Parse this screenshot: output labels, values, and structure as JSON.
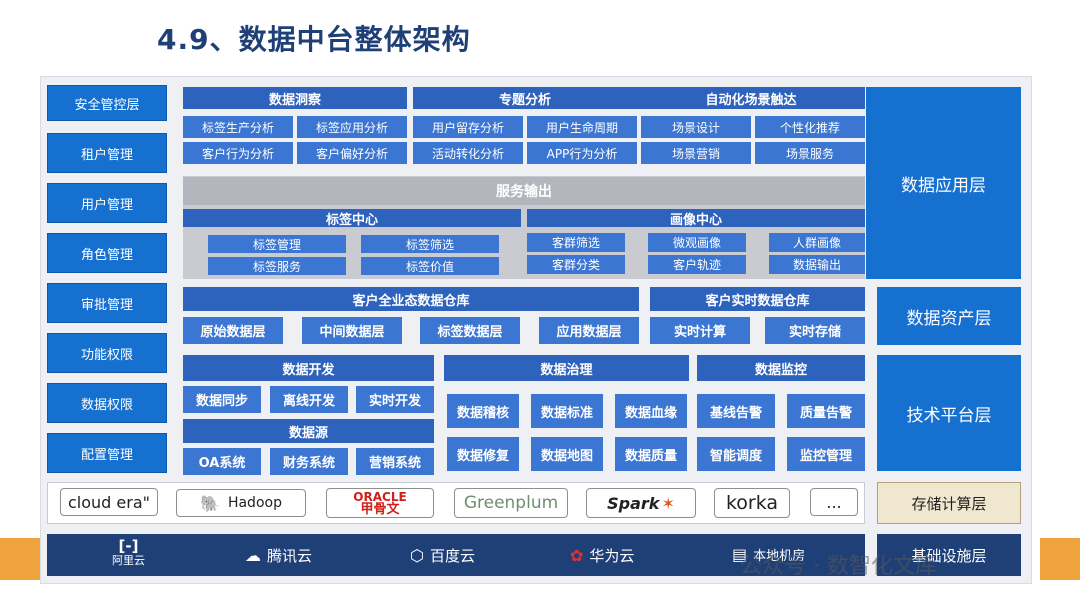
{
  "title": "4.9、数据中台整体架构",
  "left_nav": [
    "安全管控层",
    "租户管理",
    "用户管理",
    "角色管理",
    "审批管理",
    "功能权限",
    "数据权限",
    "配置管理"
  ],
  "app_layer": {
    "insight": {
      "header": "数据洞察",
      "items": [
        "标签生产分析",
        "标签应用分析",
        "客户行为分析",
        "客户偏好分析"
      ]
    },
    "topic": {
      "header": "专题分析",
      "items": [
        "用户留存分析",
        "用户生命周期",
        "活动转化分析",
        "APP行为分析"
      ]
    },
    "automation": {
      "header": "自动化场景触达",
      "items": [
        "场景设计",
        "个性化推荐",
        "场景营销",
        "场景服务"
      ]
    },
    "service_output": "服务输出",
    "tag_center": {
      "header": "标签中心",
      "items": [
        "标签管理",
        "标签筛选",
        "标签服务",
        "标签价值"
      ]
    },
    "portrait_center": {
      "header": "画像中心",
      "items": [
        "客群筛选",
        "微观画像",
        "人群画像",
        "客群分类",
        "客户轨迹",
        "数据输出"
      ]
    }
  },
  "asset_layer": {
    "full_warehouse": {
      "header": "客户全业态数据仓库",
      "items": [
        "原始数据层",
        "中间数据层",
        "标签数据层",
        "应用数据层"
      ]
    },
    "realtime_warehouse": {
      "header": "客户实时数据仓库",
      "items": [
        "实时计算",
        "实时存储"
      ]
    }
  },
  "tech_layer": {
    "dev": {
      "header": "数据开发",
      "items": [
        "数据同步",
        "离线开发",
        "实时开发"
      ]
    },
    "source": {
      "header": "数据源",
      "items": [
        "OA系统",
        "财务系统",
        "营销系统"
      ]
    },
    "governance": {
      "header": "数据治理",
      "items": [
        "数据稽核",
        "数据标准",
        "数据血缘",
        "数据修复",
        "数据地图",
        "数据质量"
      ]
    },
    "monitor": {
      "header": "数据监控",
      "items": [
        "基线告警",
        "质量告警",
        "智能调度",
        "监控管理"
      ]
    }
  },
  "storage_logos": [
    "cloud era\"",
    "Hadoop",
    "ORACLE",
    "甲骨文",
    "Greenplum",
    "Spark",
    "korka",
    "..."
  ],
  "infra_clouds": [
    "阿里云",
    "腾讯云",
    "百度云",
    "华为云",
    "本地机房"
  ],
  "right_labels": {
    "app": "数据应用层",
    "asset": "数据资产层",
    "tech": "技术平台层",
    "storage": "存储计算层",
    "infra": "基础设施层"
  },
  "watermark": "公众号 · 数智化文库",
  "colors": {
    "primary_blue": "#1670d0",
    "header_blue": "#2d62bd",
    "dark_navy": "#1f3f77",
    "orange": "#f0a33c"
  }
}
